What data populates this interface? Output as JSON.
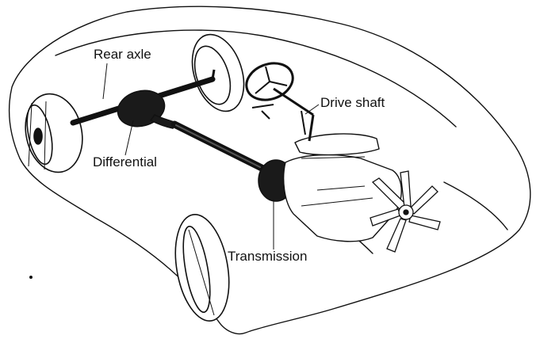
{
  "labels": {
    "rear_axle": "Rear axle",
    "differential": "Differential",
    "drive_shaft": "Drive shaft",
    "transmission": "Transmission"
  },
  "colors": {
    "ink": "#111111",
    "dark_part": "#1a1a1a",
    "paper": "#ffffff"
  }
}
